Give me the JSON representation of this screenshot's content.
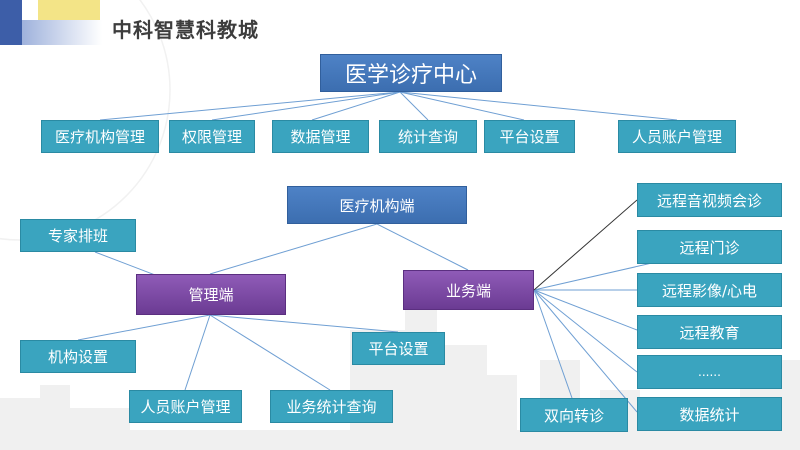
{
  "header": {
    "title": "中科智慧科教城"
  },
  "center": {
    "label": "医学诊疗中心"
  },
  "center_modules": [
    "医疗机构管理",
    "权限管理",
    "数据管理",
    "统计查询",
    "平台设置",
    "人员账户管理"
  ],
  "institution": {
    "label": "医疗机构端"
  },
  "management": {
    "label": "管理端",
    "children": [
      "专家排班",
      "机构设置",
      "人员账户管理",
      "业务统计查询",
      "平台设置"
    ]
  },
  "business": {
    "label": "业务端",
    "children": [
      "远程音视频会诊",
      "远程门诊",
      "远程影像/心电",
      "远程教育",
      "......",
      "数据统计",
      "双向转诊"
    ]
  },
  "colors": {
    "teal": "#3aa4bf",
    "blue": "#4e82c6",
    "purple": "#7a49a3",
    "line": "#6f9fd3"
  }
}
